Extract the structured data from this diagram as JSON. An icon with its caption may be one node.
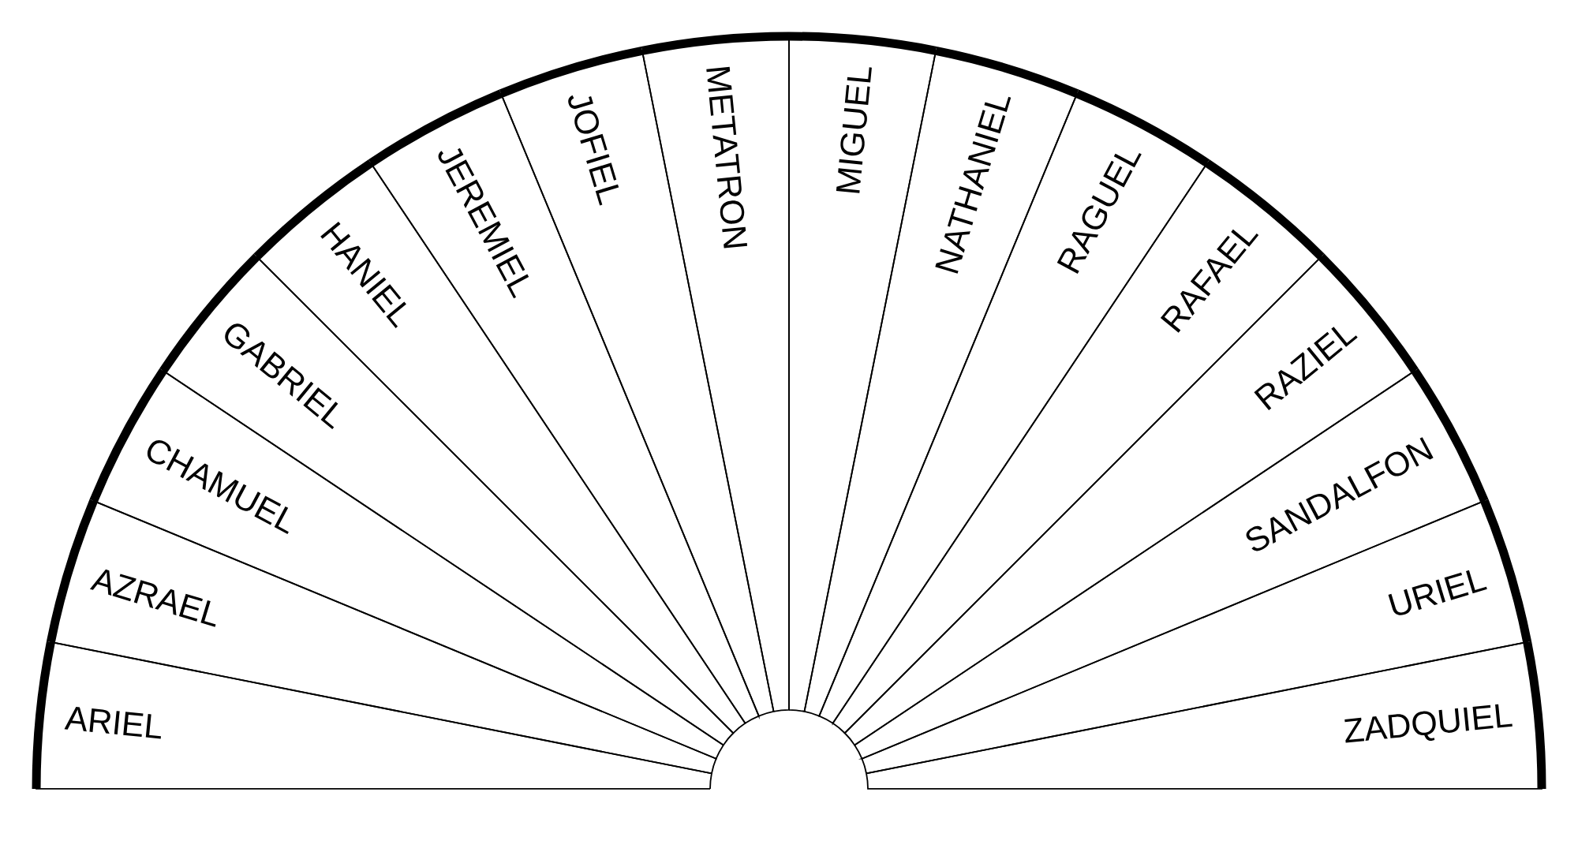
{
  "diagram": {
    "nodes": [
      {
        "text": [
          "ARIEL"
        ]
      },
      {
        "text": [
          "AZRAEL"
        ]
      },
      {
        "text": [
          "CHAMUEL"
        ]
      },
      {
        "text": [
          "GABRIEL"
        ]
      },
      {
        "text": [
          "HANIEL"
        ]
      },
      {
        "text": [
          "JEREMIEL"
        ]
      },
      {
        "text": [
          "JOFIEL"
        ]
      },
      {
        "text": [
          "METATRON"
        ]
      },
      {
        "text": [
          "MIGUEL"
        ]
      },
      {
        "text": [
          "NATHANIEL"
        ]
      },
      {
        "text": [
          "RAGUEL"
        ]
      },
      {
        "text": [
          "RAFAEL"
        ]
      },
      {
        "text": [
          "RAZIEL"
        ]
      },
      {
        "text": [
          "SANDALFON"
        ]
      },
      {
        "text": [
          "URIEL"
        ]
      },
      {
        "text": [
          "ZADQUIEL"
        ]
      }
    ]
  }
}
